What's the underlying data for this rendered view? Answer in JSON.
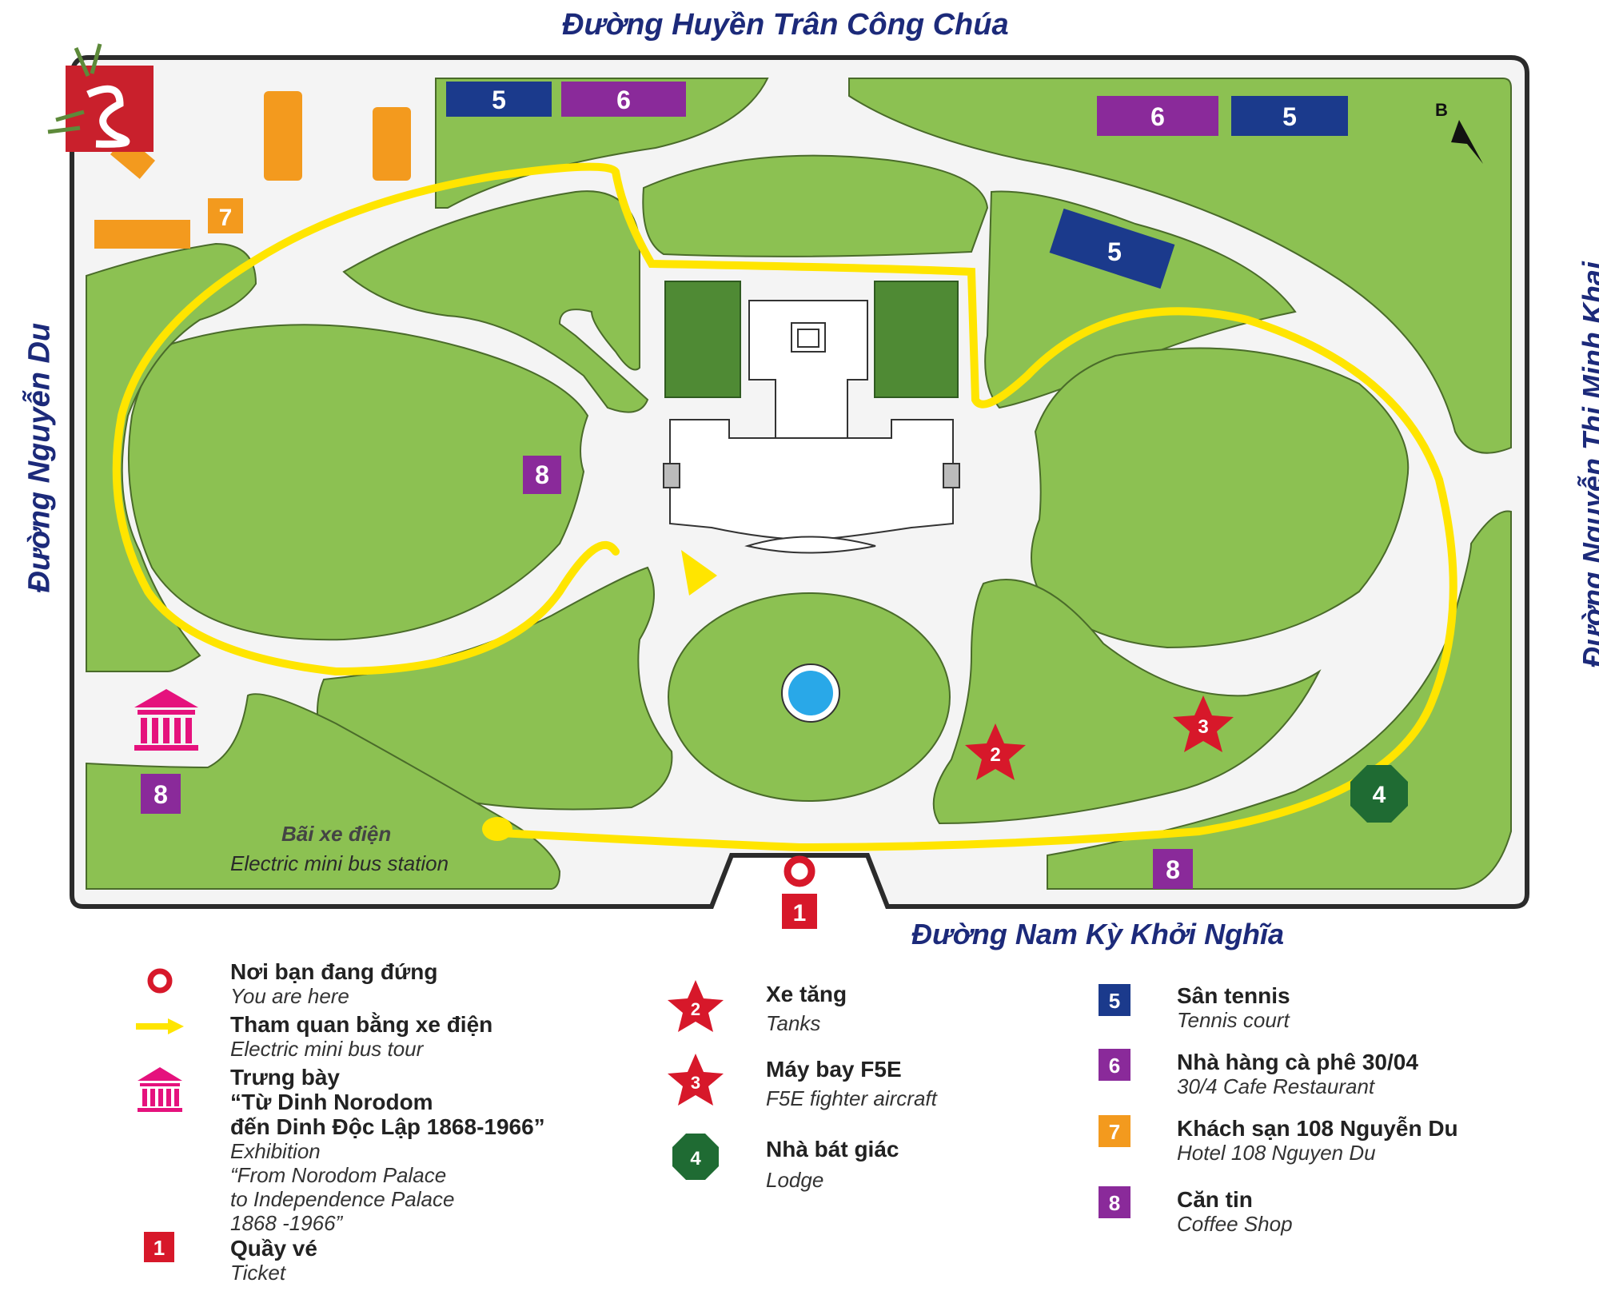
{
  "streets": {
    "top": "Đường Huyền Trân Công Chúa",
    "bottom": "Đường Nam Kỳ Khởi Nghĩa",
    "left": "Đường Nguyễn Du",
    "right": "Đường Nguyễn Thị Minh Khai"
  },
  "north_mark": "B",
  "map_markers": {
    "tennis": "5",
    "cafe": "6",
    "hotel": "7",
    "canteen": "8",
    "tank": "2",
    "aircraft": "3",
    "lodge": "4",
    "ticket": "1"
  },
  "bus_station": {
    "vi": "Bãi xe điện",
    "en": "Electric mini bus station"
  },
  "legend": {
    "you_are_here": {
      "vi": "Nơi bạn đang đứng",
      "en": "You are here"
    },
    "bus_tour": {
      "vi": "Tham quan bằng xe điện",
      "en": "Electric mini bus tour"
    },
    "exhibition": {
      "vi1": "Trưng bày",
      "vi2": "“Từ Dinh Norodom",
      "vi3": "đến Dinh Độc Lập 1868-1966”",
      "en1": "Exhibition",
      "en2": "“From Norodom Palace",
      "en3": "to Independence Palace",
      "en4": "1868 -1966”"
    },
    "ticket": {
      "num": "1",
      "vi": "Quầy vé",
      "en": "Ticket"
    },
    "tanks": {
      "num": "2",
      "vi": "Xe tăng",
      "en": "Tanks"
    },
    "aircraft": {
      "num": "3",
      "vi": "Máy bay F5E",
      "en": "F5E fighter aircraft"
    },
    "lodge": {
      "num": "4",
      "vi": "Nhà bát giác",
      "en": "Lodge"
    },
    "tennis": {
      "num": "5",
      "vi": "Sân tennis",
      "en": "Tennis court"
    },
    "cafe": {
      "num": "6",
      "vi": "Nhà hàng cà phê 30/04",
      "en": "30/4 Cafe Restaurant"
    },
    "hotel": {
      "num": "7",
      "vi": "Khách sạn 108 Nguyễn Du",
      "en": "Hotel 108 Nguyen Du"
    },
    "canteen": {
      "num": "8",
      "vi": "Căn tin",
      "en": "Coffee Shop"
    }
  },
  "colors": {
    "grass": "#8cc152",
    "grass_dark": "#4f8a34",
    "path": "#f0f0f0",
    "tour_line": "#ffe500",
    "tennis": "#1b3a8c",
    "cafe": "#8a2a9a",
    "hotel": "#f39a1e",
    "canteen": "#8a2a9a",
    "star": "#d7182a",
    "lodge": "#1f6b33",
    "fountain": "#29a8e8",
    "exhibition": "#e5127d",
    "street_text": "#1c2a7a"
  }
}
